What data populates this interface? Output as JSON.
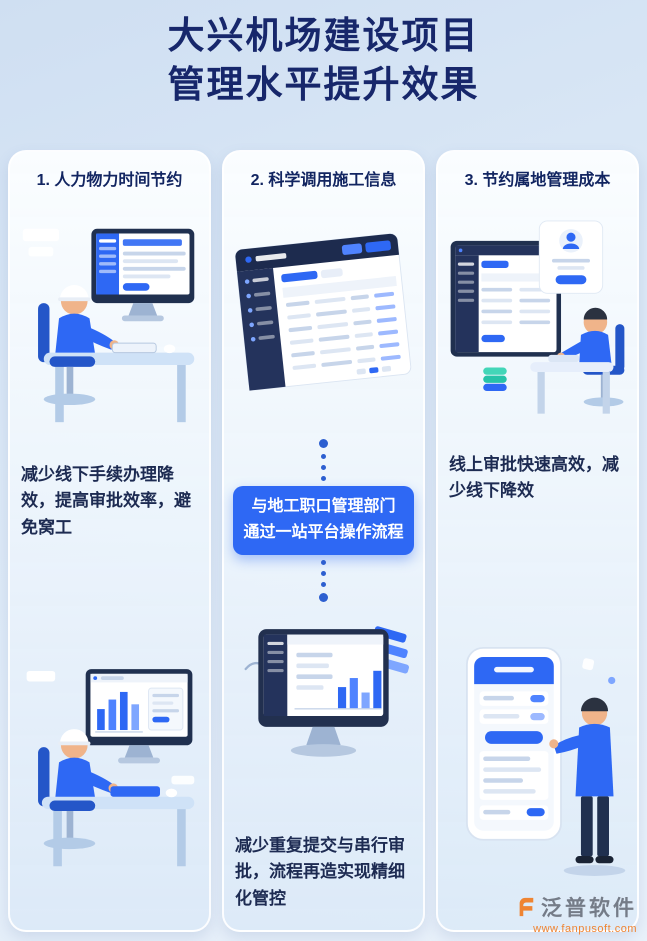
{
  "page": {
    "title_line1": "大兴机场建设项目",
    "title_line2": "管理水平提升效果"
  },
  "columns": [
    {
      "heading": "1. 人力物力时间节约",
      "caption": "减少线下手续办理降效，提高审批效率，避免窝工"
    },
    {
      "heading": "2. 科学调用施工信息",
      "badge_line1": "与地工职口管理部门",
      "badge_line2": "通过一站平台操作流程",
      "caption": "减少重复提交与串行审批，流程再造实现精细化管控"
    },
    {
      "heading": "3. 节约属地管理成本",
      "caption": "线上审批快速高效，减少线下降效"
    }
  ],
  "footer": {
    "brand": "泛普软件",
    "website": "www.fanpusoft.com"
  },
  "colors": {
    "accent_blue": "#2e68f4",
    "title_navy": "#17276b",
    "brand_orange": "#ef8432",
    "badge_bg": "#2e68f4"
  }
}
